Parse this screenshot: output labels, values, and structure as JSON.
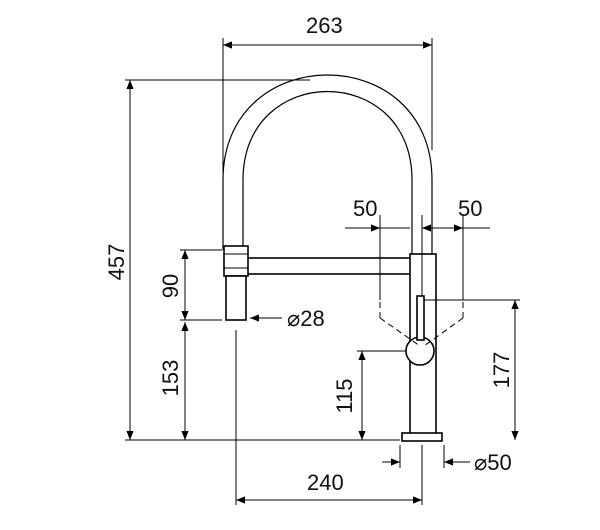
{
  "dimensions": {
    "overall_width": "263",
    "overall_height": "457",
    "spray_offset_left": "50",
    "spray_offset_right": "50",
    "spray_head_height": "90",
    "spray_head_diameter": "⌀28",
    "spray_outlet_height": "153",
    "handle_height": "115",
    "swivel_height": "177",
    "reach": "240",
    "base_diameter": "⌀50"
  }
}
